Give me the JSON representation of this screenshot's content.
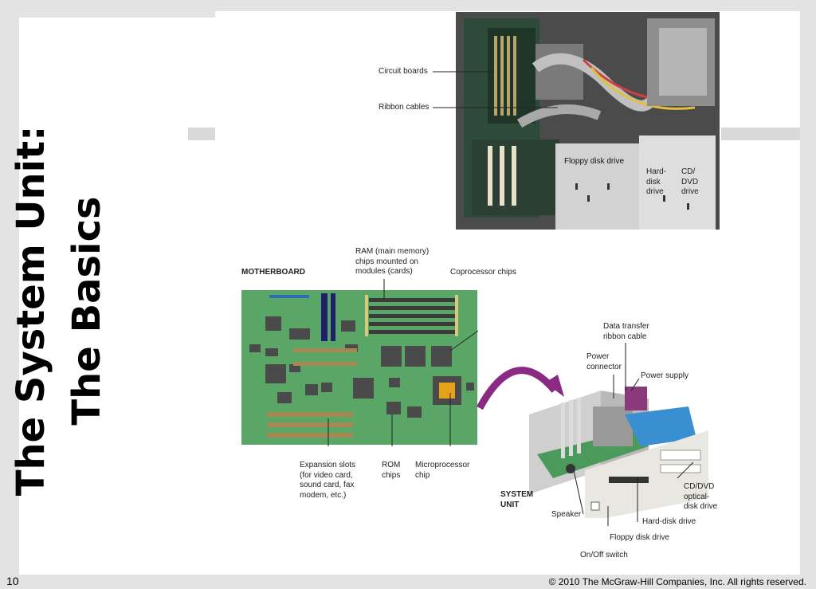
{
  "slide": {
    "title": "The System Unit: The Basics",
    "page_number": "10",
    "copyright": "© 2010 The McGraw-Hill Companies, Inc. All rights reserved."
  },
  "photo_labels": {
    "circuit_boards": "Circuit boards",
    "ribbon_cables": "Ribbon cables",
    "floppy_disk_drive": "Floppy disk drive",
    "hard_disk_drive": "Hard-\ndisk\ndrive",
    "cd_dvd_drive": "CD/\nDVD\ndrive"
  },
  "motherboard": {
    "heading": "MOTHERBOARD",
    "ram": "RAM (main memory)\nchips mounted on\nmodules (cards)",
    "coprocessor": "Coprocessor chips",
    "expansion_slots": "Expansion slots\n(for video card,\nsound card, fax\nmodem, etc.)",
    "rom_chips": "ROM\nchips",
    "microprocessor": "Microprocessor\nchip"
  },
  "system_unit": {
    "heading": "SYSTEM\nUNIT",
    "data_transfer": "Data transfer\nribbon cable",
    "power_connector": "Power\nconnector",
    "power_supply": "Power supply",
    "cd_dvd_optical": "CD/DVD\noptical-\ndisk drive",
    "hard_disk_drive": "Hard-disk drive",
    "speaker": "Speaker",
    "floppy_disk_drive": "Floppy disk drive",
    "on_off_switch": "On/Off switch"
  },
  "colors": {
    "board_green": "#5aa667",
    "arrow_purple": "#8b2a83",
    "chip_gold": "#e8a21a"
  }
}
